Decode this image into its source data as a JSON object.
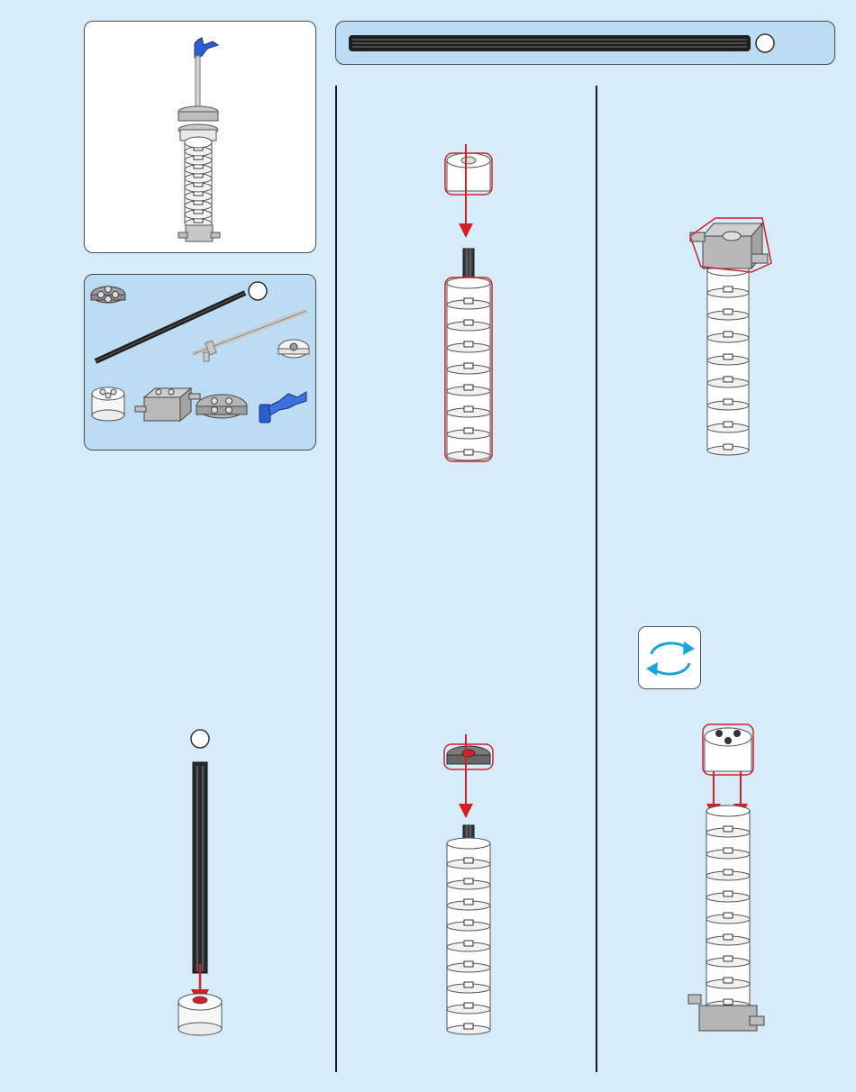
{
  "page": {
    "background": "#d6ecfa",
    "panel_background": "#bcdcf3",
    "accent_red": "#d12028",
    "accent_blue": "#2a5fd0",
    "rotate_arrow_color": "#1aa6dc"
  },
  "icons": {
    "header_bar": "axle-length-bar-icon",
    "rotate": "rotate-model-icon"
  },
  "steps": {
    "count": 6,
    "layout": [
      "left-column",
      "middle-top",
      "middle-bottom",
      "right-top",
      "right-bottom"
    ]
  }
}
